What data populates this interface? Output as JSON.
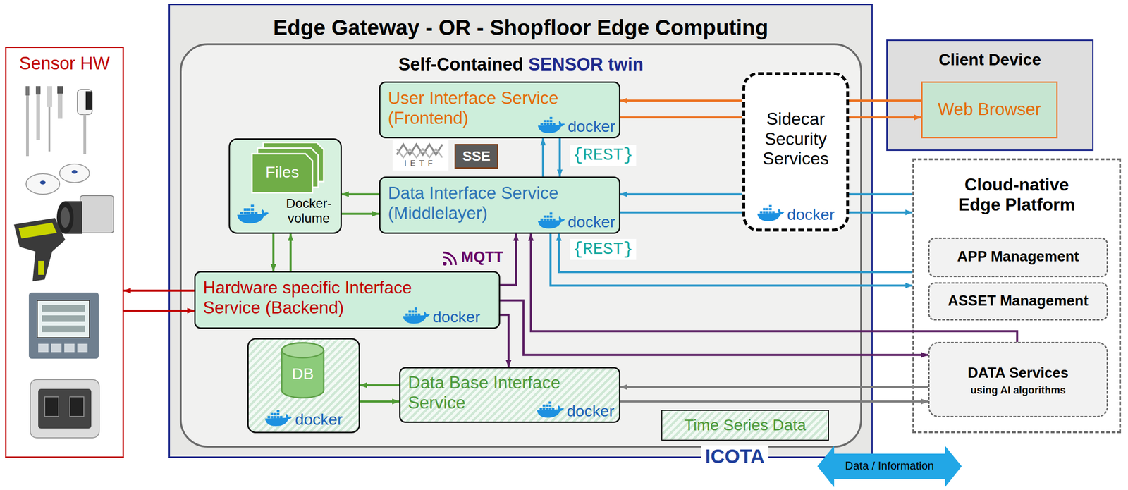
{
  "diagram": {
    "nodes": [
      {
        "text": [
          "Sensor HW"
        ]
      },
      {
        "text": [
          "Edge Gateway - OR - Shopfloor Edge Computing"
        ]
      },
      {
        "text": [
          "Self-Contained",
          "SENSOR twin"
        ],
        "in": 1
      },
      {
        "text": [
          "User Interface Service (Frontend)",
          "docker"
        ],
        "in": 2
      },
      {
        "text": [
          "Files",
          "Docker-volume"
        ],
        "in": 2
      },
      {
        "text": [
          "Data Interface Service (Middlelayer)",
          "docker"
        ],
        "in": 2
      },
      {
        "text": [
          "Sidecar Security Services",
          "docker"
        ],
        "in": 2
      },
      {
        "text": [
          "Hardware specific Interface Service (Backend)",
          "docker"
        ],
        "in": 2
      },
      {
        "text": [
          "DB",
          "docker"
        ],
        "in": 2
      },
      {
        "text": [
          "Data Base Interface Service",
          "docker"
        ],
        "in": 2
      },
      {
        "text": [
          "Time Series Data"
        ],
        "in": 2
      },
      {
        "text": [
          "Client Device"
        ]
      },
      {
        "text": [
          "Web Browser"
        ],
        "in": 11
      },
      {
        "text": [
          "Cloud-native Edge Platform"
        ]
      },
      {
        "text": [
          "APP Management"
        ],
        "in": 13
      },
      {
        "text": [
          "ASSET Management"
        ],
        "in": 13
      },
      {
        "text": [
          "DATA Services",
          "using AI algorithms"
        ],
        "in": 13
      },
      {
        "text": [
          "Data / Information"
        ]
      }
    ],
    "edges": [
      {
        "from": 6,
        "to": 3,
        "arrow": "to"
      },
      {
        "from": 3,
        "to": 6,
        "arrow": "none"
      },
      {
        "from": 12,
        "to": 6,
        "arrow": "none"
      },
      {
        "from": 6,
        "to": 12,
        "arrow": "to"
      },
      {
        "from": 6,
        "to": 5,
        "arrow": "to"
      },
      {
        "from": 5,
        "to": 6,
        "arrow": "none"
      },
      {
        "from": 13,
        "to": 6,
        "arrow": "none"
      },
      {
        "from": 6,
        "to": 13,
        "arrow": "to"
      },
      {
        "from": 5,
        "to": 3,
        "arrow": "to"
      },
      {
        "from": 3,
        "to": 5,
        "arrow": "to"
      },
      {
        "from": 13,
        "to": 5,
        "arrow": "to"
      },
      {
        "from": 5,
        "to": 13,
        "arrow": "to"
      },
      {
        "from": 5,
        "to": 4,
        "arrow": "to"
      },
      {
        "from": 4,
        "to": 5,
        "arrow": "to"
      },
      {
        "from": 4,
        "to": 7,
        "arrow": "to"
      },
      {
        "from": 7,
        "to": 4,
        "arrow": "to"
      },
      {
        "from": 7,
        "to": 0,
        "arrow": "to"
      },
      {
        "from": 0,
        "to": 7,
        "arrow": "to"
      },
      {
        "from": 7,
        "to": 5,
        "arrow": "to"
      },
      {
        "from": 7,
        "to": 9,
        "arrow": "to"
      },
      {
        "from": 7,
        "to": 16,
        "arrow": "to"
      },
      {
        "from": 16,
        "to": 5,
        "arrow": "to"
      },
      {
        "from": 9,
        "to": 8,
        "arrow": "to"
      },
      {
        "from": 8,
        "to": 9,
        "arrow": "to"
      },
      {
        "from": 16,
        "to": 9,
        "arrow": "to"
      },
      {
        "from": 9,
        "to": 16,
        "arrow": "to"
      }
    ],
    "labels": [
      "IETF",
      "SSE",
      "{REST}",
      "MQTT",
      "{REST}",
      "ICOTA"
    ]
  }
}
